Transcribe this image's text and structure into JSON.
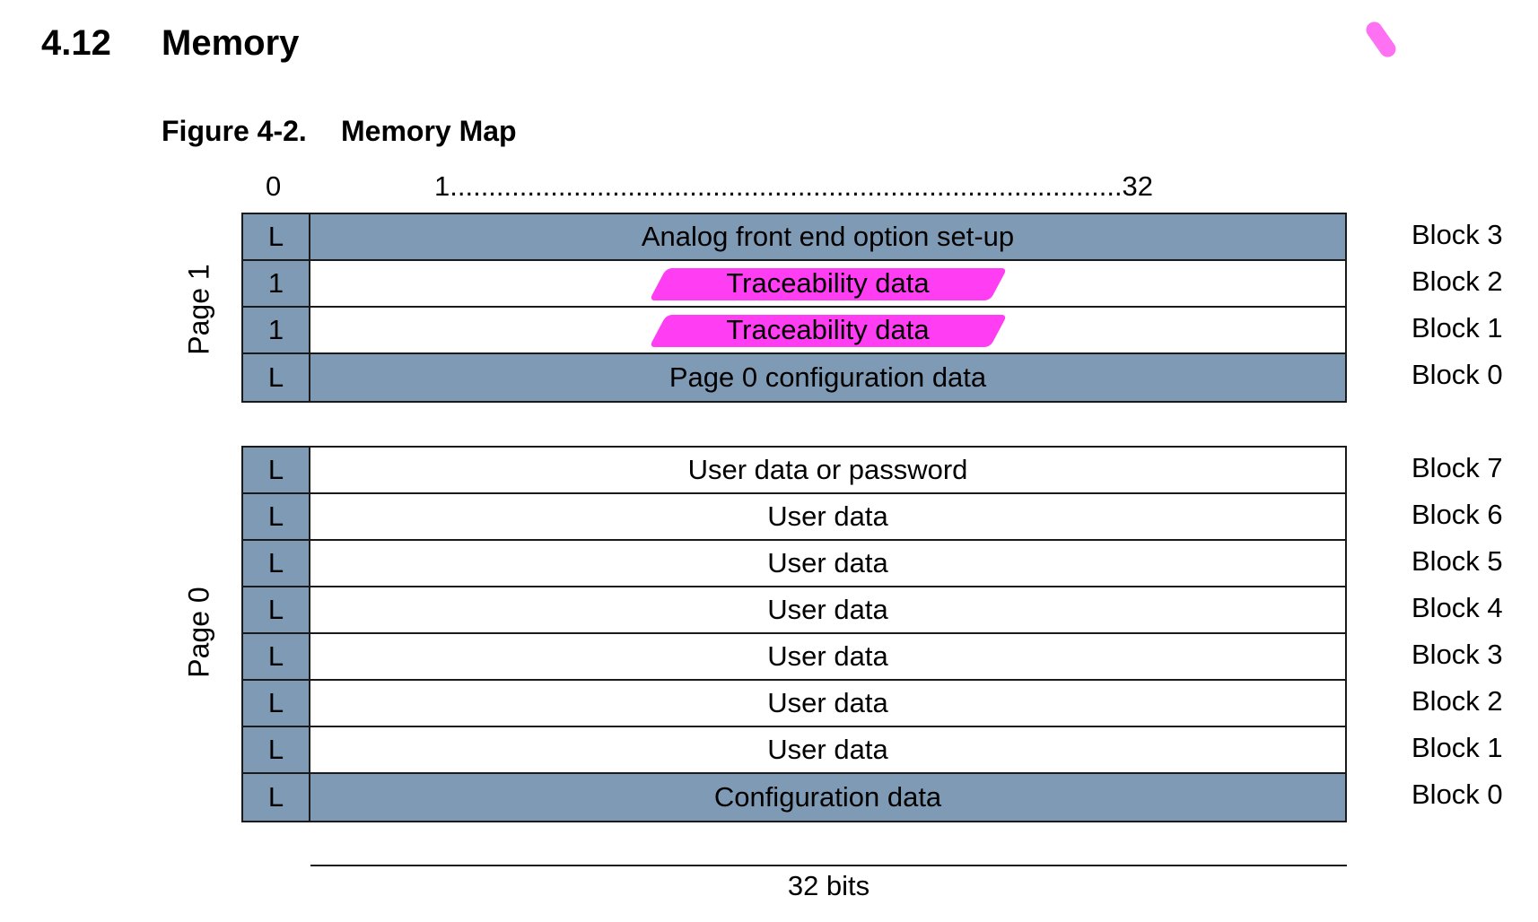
{
  "section": {
    "number": "4.12",
    "title": "Memory"
  },
  "figure": {
    "number": "Figure 4-2.",
    "title": "Memory Map"
  },
  "bit_header": {
    "start": "0",
    "range": "1.......................................................................................32"
  },
  "pages": [
    {
      "label": "Page 1",
      "rows": [
        {
          "lock": "L",
          "content": "Analog front end option set-up",
          "block": "Block 3",
          "shaded": true,
          "highlighted": false
        },
        {
          "lock": "1",
          "content": "Traceability data",
          "block": "Block 2",
          "shaded": false,
          "highlighted": true
        },
        {
          "lock": "1",
          "content": "Traceability data",
          "block": "Block 1",
          "shaded": false,
          "highlighted": true
        },
        {
          "lock": "L",
          "content": "Page 0 configuration data",
          "block": "Block 0",
          "shaded": true,
          "highlighted": false
        }
      ]
    },
    {
      "label": "Page 0",
      "rows": [
        {
          "lock": "L",
          "content": "User data or password",
          "block": "Block 7",
          "shaded": false,
          "highlighted": false
        },
        {
          "lock": "L",
          "content": "User data",
          "block": "Block 6",
          "shaded": false,
          "highlighted": false
        },
        {
          "lock": "L",
          "content": "User data",
          "block": "Block 5",
          "shaded": false,
          "highlighted": false
        },
        {
          "lock": "L",
          "content": "User data",
          "block": "Block 4",
          "shaded": false,
          "highlighted": false
        },
        {
          "lock": "L",
          "content": "User data",
          "block": "Block 3",
          "shaded": false,
          "highlighted": false
        },
        {
          "lock": "L",
          "content": "User data",
          "block": "Block 2",
          "shaded": false,
          "highlighted": false
        },
        {
          "lock": "L",
          "content": "User data",
          "block": "Block 1",
          "shaded": false,
          "highlighted": false
        },
        {
          "lock": "L",
          "content": "Configuration data",
          "block": "Block 0",
          "shaded": true,
          "highlighted": false
        }
      ]
    }
  ],
  "width_label": "32 bits",
  "colors": {
    "cell_fill": "#7f9ab4",
    "highlight": "#ff3df2",
    "border": "#1a1a1a"
  }
}
